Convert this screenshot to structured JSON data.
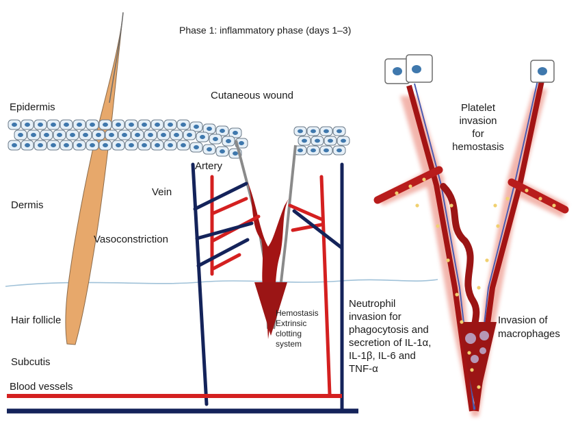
{
  "title": "Phase 1: inflammatory phase (days 1–3)",
  "labels": {
    "cutaneous_wound": "Cutaneous wound",
    "epidermis": "Epidermis",
    "dermis": "Dermis",
    "hair_follicle": "Hair follicle",
    "subcutis": "Subcutis",
    "blood_vessels": "Blood vessels",
    "artery": "Artery",
    "vein": "Vein",
    "vasoconstriction": "Vasoconstriction",
    "hemostasis": [
      "Hemostasis",
      "Extrinsic",
      "clotting",
      "system"
    ],
    "neutrophil": [
      "Neutrophil",
      "invasion for",
      "phagocytosis and",
      "secretion of IL-1α,",
      "IL-1β, IL-6 and",
      "TNF-α"
    ],
    "platelet": [
      "Platelet",
      "invasion",
      "for",
      "hemostasis"
    ],
    "macrophages": [
      "Invasion of",
      "macrophages"
    ]
  },
  "colors": {
    "artery": "#d42020",
    "vein": "#14235a",
    "hair": "#e7a86b",
    "cell_fill": "#e6f0f8",
    "cell_nucleus": "#3f78ad",
    "clot": "#a31414",
    "dermis_line": "#9fc1d8"
  }
}
